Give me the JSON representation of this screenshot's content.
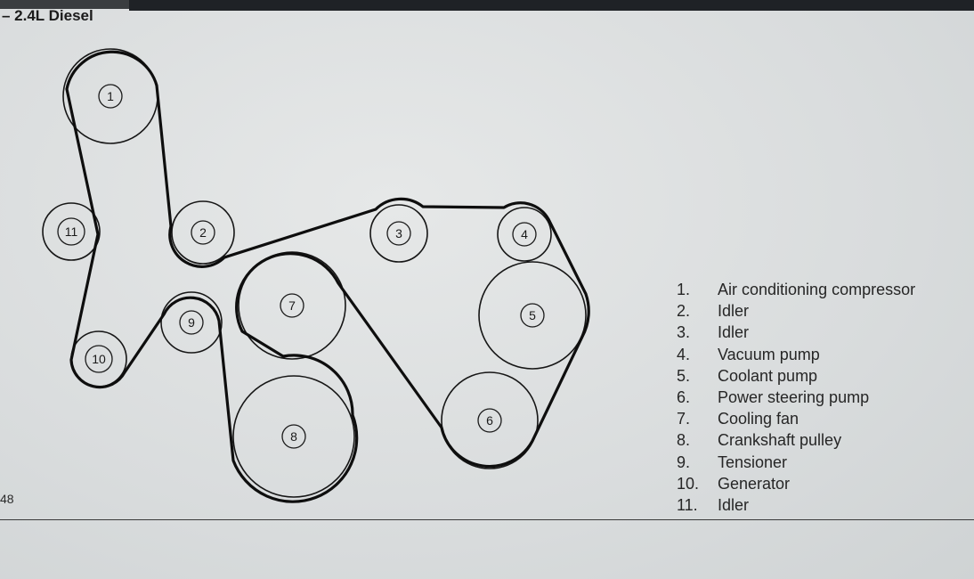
{
  "header": {
    "title": "– 2.4L Diesel"
  },
  "footer": {
    "page_number": "48"
  },
  "pulleys": [
    {
      "id": "1",
      "label": "1"
    },
    {
      "id": "2",
      "label": "2"
    },
    {
      "id": "3",
      "label": "3"
    },
    {
      "id": "4",
      "label": "4"
    },
    {
      "id": "5",
      "label": "5"
    },
    {
      "id": "6",
      "label": "6"
    },
    {
      "id": "7",
      "label": "7"
    },
    {
      "id": "8",
      "label": "8"
    },
    {
      "id": "9",
      "label": "9"
    },
    {
      "id": "10",
      "label": "10"
    },
    {
      "id": "11",
      "label": "11"
    }
  ],
  "legend": [
    {
      "number": "1.",
      "text": "Air conditioning compressor"
    },
    {
      "number": "2.",
      "text": "Idler"
    },
    {
      "number": "3.",
      "text": "Idler"
    },
    {
      "number": "4.",
      "text": "Vacuum pump"
    },
    {
      "number": "5.",
      "text": "Coolant pump"
    },
    {
      "number": "6.",
      "text": "Power steering pump"
    },
    {
      "number": "7.",
      "text": "Cooling fan"
    },
    {
      "number": "8.",
      "text": "Crankshaft pulley"
    },
    {
      "number": "9.",
      "text": "Tensioner"
    },
    {
      "number": "10.",
      "text": "Generator"
    },
    {
      "number": "11.",
      "text": "Idler"
    }
  ]
}
